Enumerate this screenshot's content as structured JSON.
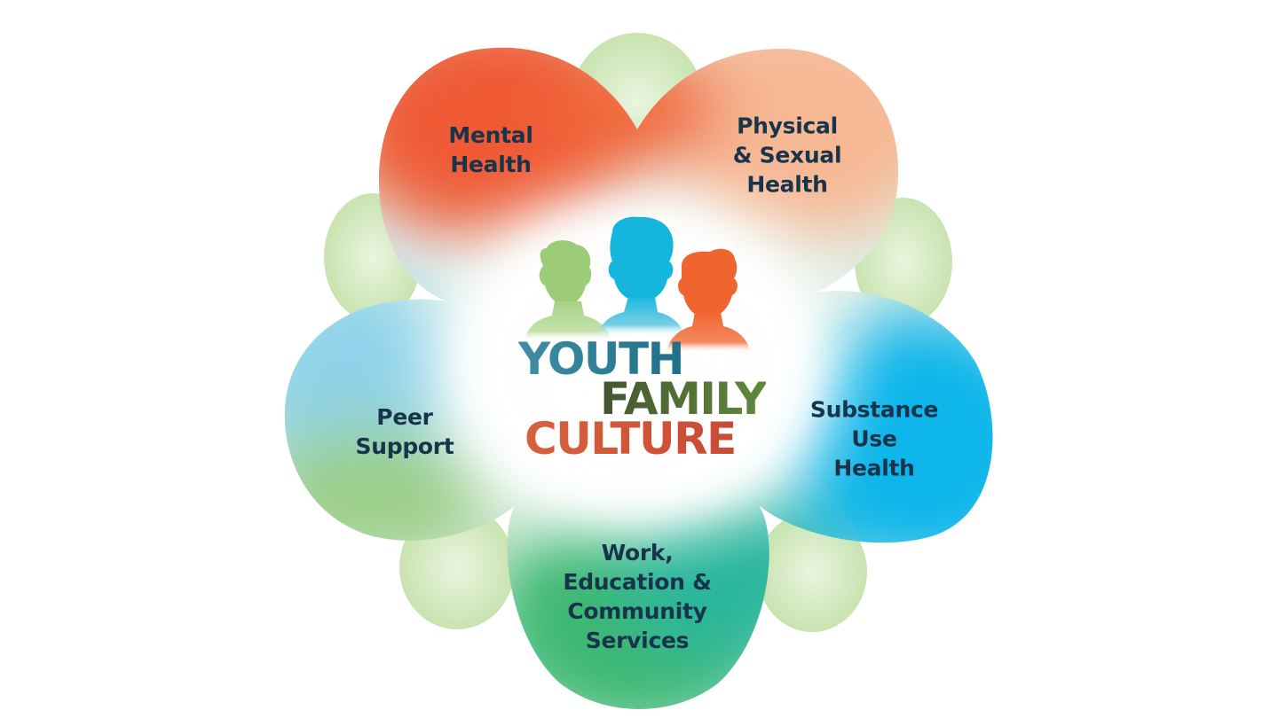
{
  "diagram": {
    "center_words": [
      "YOUTH",
      "FAMILY",
      "CULTURE"
    ],
    "petals": [
      {
        "label": "Mental\nHealth"
      },
      {
        "label": "Physical\n& Sexual\nHealth"
      },
      {
        "label": "Substance\nUse\nHealth"
      },
      {
        "label": "Work,\nEducation &\nCommunity\nServices"
      },
      {
        "label": "Peer\nSupport"
      }
    ]
  },
  "colors": {
    "text": "#17344a",
    "red": "#ef5a35",
    "peach": "#f9c4a4",
    "blue": "#10b3ea",
    "green": "#3db872",
    "light_green": "#cde6b4",
    "figure_green": "#9ccc78",
    "figure_blue": "#15b6de",
    "figure_orange": "#f0642f"
  },
  "icons": [
    "person-green-icon",
    "person-blue-icon",
    "person-orange-icon"
  ]
}
